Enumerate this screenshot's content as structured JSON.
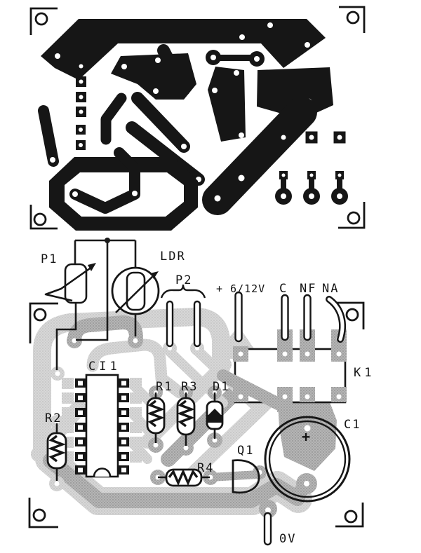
{
  "components": {
    "p1": "P1",
    "ldr": "LDR",
    "p2": "P2",
    "supply": "+ 6/12V",
    "contact_c": "C",
    "contact_nf": "NF",
    "contact_na": "NA",
    "k1": "K1",
    "ci1": "CI1",
    "r1": "R1",
    "r2": "R2",
    "r3": "R3",
    "d1": "D1",
    "r4": "R4",
    "q1": "Q1",
    "c1": "C1",
    "ov": "0V",
    "c1_polarity": "+"
  },
  "colors": {
    "copper_trace": "#161616",
    "component_side_trace": "#b8b8b8",
    "component_side_trace_light": "#d4d4d4",
    "background": "#ffffff"
  }
}
